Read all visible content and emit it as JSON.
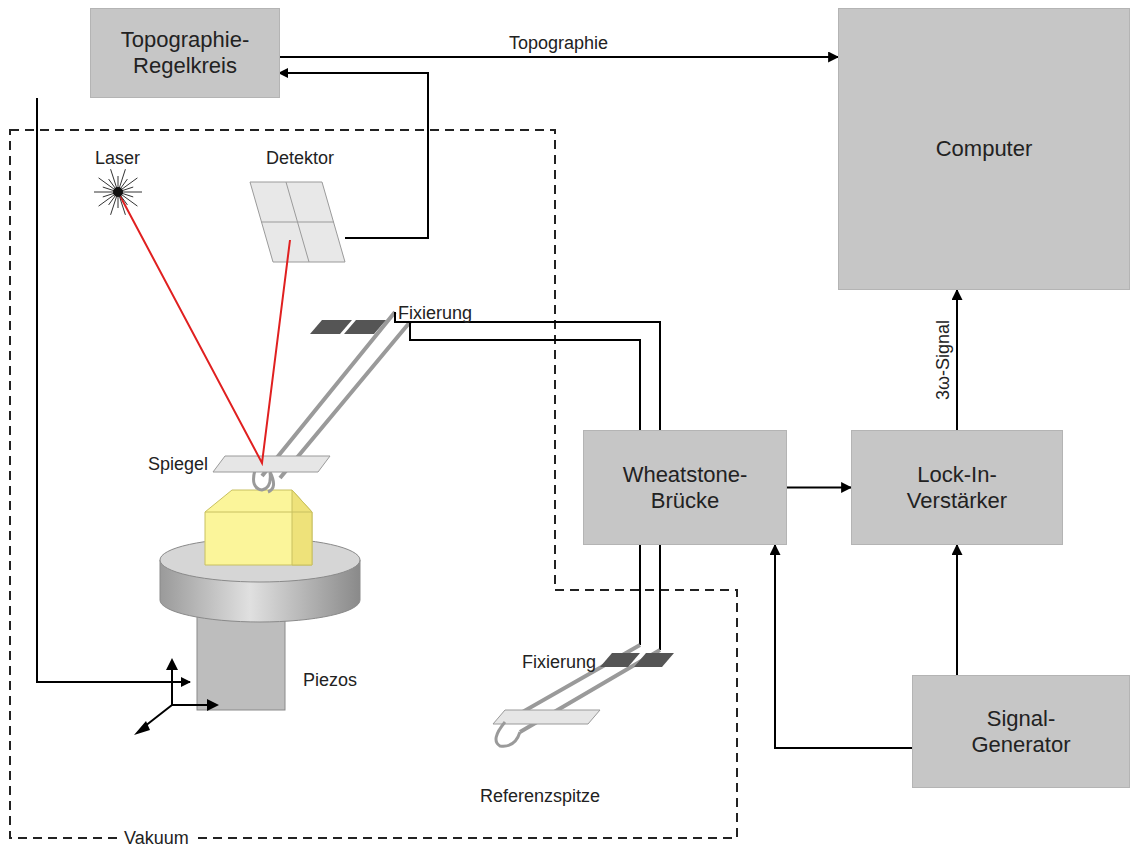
{
  "diagram": {
    "nodes": [
      {
        "text": [
          "Topographie-Regelkreis"
        ]
      },
      {
        "text": [
          "Computer"
        ]
      },
      {
        "text": [
          "Wheatstone-Brücke"
        ]
      },
      {
        "text": [
          "Lock-In-Verstärker"
        ]
      },
      {
        "text": [
          "Signal-Generator"
        ]
      }
    ],
    "edges": [
      {
        "from": 0,
        "to": 1,
        "label": "Topographie",
        "arrow": "to"
      },
      {
        "from": 2,
        "to": 3,
        "arrow": "to"
      },
      {
        "from": 3,
        "to": 1,
        "label": "3ω-Signal",
        "arrow": "to"
      },
      {
        "from": 4,
        "to": 3,
        "arrow": "to"
      },
      {
        "from": 4,
        "to": 2,
        "arrow": "to"
      }
    ],
    "labels": [
      "Laser",
      "Detektor",
      "Fixierung",
      "Spiegel",
      "Piezos",
      "Fixierung",
      "Referenzspitze",
      "Vakuum"
    ]
  }
}
